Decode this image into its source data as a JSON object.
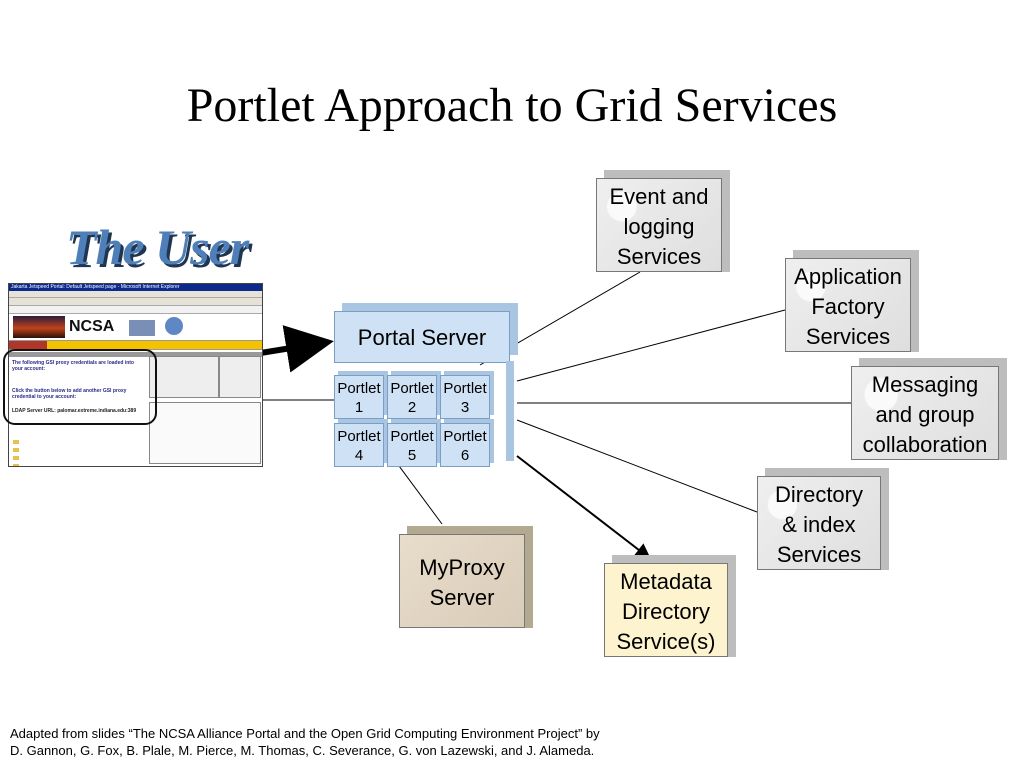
{
  "title": "Portlet Approach to Grid Services",
  "user_label": "The User",
  "portal_server": "Portal Server",
  "portlets": [
    {
      "line1": "Portlet",
      "line2": "1"
    },
    {
      "line1": "Portlet",
      "line2": "2"
    },
    {
      "line1": "Portlet",
      "line2": "3"
    },
    {
      "line1": "Portlet",
      "line2": "4"
    },
    {
      "line1": "Portlet",
      "line2": "5"
    },
    {
      "line1": "Portlet",
      "line2": "6"
    }
  ],
  "services": {
    "event_logging": [
      "Event and",
      "logging",
      "Services"
    ],
    "application_factory": [
      "Application",
      "Factory",
      "Services"
    ],
    "messaging": [
      "Messaging",
      "and group",
      "collaboration"
    ],
    "directory_index": [
      "Directory",
      "& index",
      "Services"
    ],
    "metadata_directory": [
      "Metadata",
      "Directory",
      "Service(s)"
    ],
    "myproxy": [
      "MyProxy",
      "Server"
    ]
  },
  "browser_window": {
    "title": "Jakarta Jetspeed Portal: Default Jetspeed page - Microsoft Internet Explorer",
    "logo": "NCSA",
    "heading": "The following GSI proxy credentials are loaded into your account:",
    "action": "Click the button below to add another GSI proxy credential to your account:",
    "ldap": "LDAP Server URL: palomar.extreme.indiana.edu:389"
  },
  "credit": [
    "Adapted from slides “The NCSA Alliance Portal and the Open Grid Computing Environment Project” by",
    "D. Gannon, G. Fox, B. Plale, M. Pierce, M. Thomas, C. Severance, G. von Lazewski, and J. Alameda."
  ],
  "colors": {
    "portal_fill": "#cfe2f5",
    "service_fill": "#e6e6e6",
    "myproxy_fill": "#e0d3c1",
    "metadata_fill": "#fdf3cf",
    "user_label": "#4f7fb8"
  }
}
